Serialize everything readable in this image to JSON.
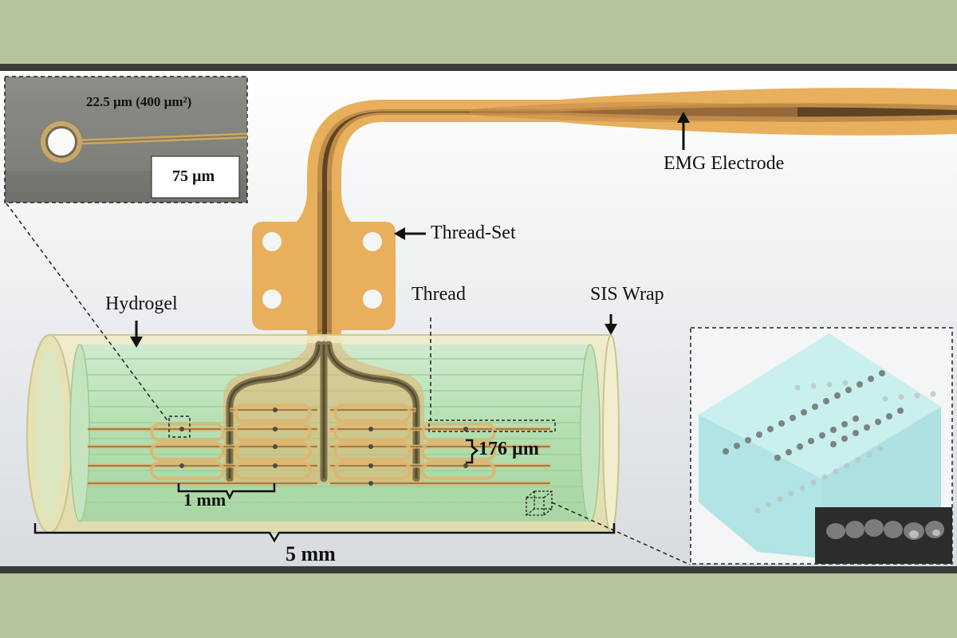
{
  "labels": {
    "inset_caption": "22.5 µm (400 µm²)",
    "inset_scale": "75 µm",
    "emg_electrode": "EMG Electrode",
    "thread_set": "Thread-Set",
    "hydrogel": "Hydrogel",
    "thread": "Thread",
    "sis_wrap": "SIS Wrap",
    "spacing": "176 µm",
    "length_small": "1 mm",
    "length_total": "5 mm"
  },
  "colors": {
    "background": "#b4c49a",
    "band": "#3a3d3a",
    "electrode": "#e6ae5c",
    "trace": "#6e5430",
    "hydrogel": "#b8e0b0",
    "sis_wrap": "#ece6b8",
    "inset_box": "#a8e4e4"
  }
}
